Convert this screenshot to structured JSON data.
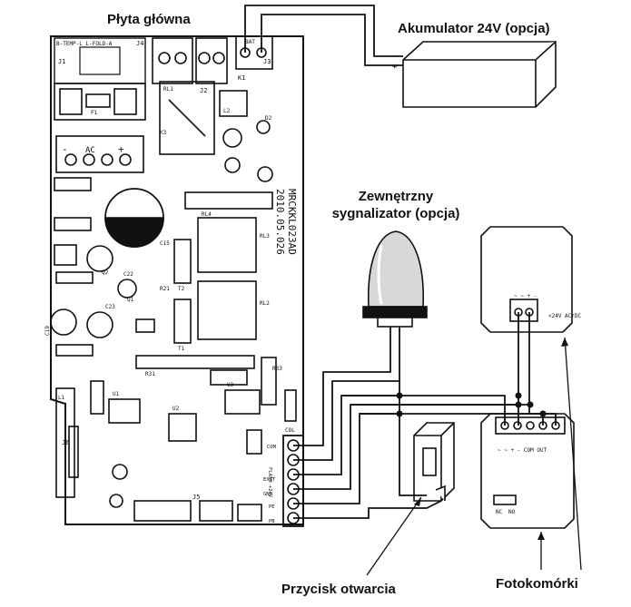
{
  "labels": {
    "main_board": "Płyta główna",
    "battery": "Akumulator 24V (opcja)",
    "siren_line1": "Zewnętrzny",
    "siren_line2": "sygnalizator (opcja)",
    "button": "Przycisk otwarcia",
    "photocells": "Fotokomórki"
  },
  "board": {
    "model": "MRCKKL023AD",
    "date": "2010.05.026",
    "ac_label": "AC",
    "minus": "-",
    "plus": "+",
    "header_text": "B-TEMP-L  L-FOLD-A",
    "j1_label": "J1",
    "j2_label": "J2",
    "j3_label": "J3",
    "j4_label": "J4",
    "j5_label": "J5",
    "j6_label": "J6",
    "k1_label": "K1",
    "bat_label": "BAT",
    "col_label": "COL",
    "terminal_labels": [
      "COM",
      "FLASH +24V",
      "EXIT",
      "GND",
      "PE",
      "PB"
    ],
    "component_labels": [
      "U1",
      "U2",
      "U3",
      "RL1",
      "RL2",
      "RL3",
      "RL4",
      "T1",
      "T2",
      "Q1",
      "Q2",
      "C19",
      "F1",
      "L1",
      "L2",
      "K3",
      "D2",
      "C22",
      "C23",
      "C15",
      "R21",
      "R31",
      "R33"
    ]
  },
  "photocell_tx": {
    "terminal_label": "~ ~ + -",
    "voltage_label": "<24V AC/DC"
  },
  "photocell_rx": {
    "terminal_label": "~ ~ + - COM OUT",
    "nc_label": "NC",
    "no_label": "NO"
  },
  "battery_terminals": {
    "minus": "-",
    "plus": "+"
  },
  "colors": {
    "line": "#111111",
    "background": "#ffffff"
  }
}
